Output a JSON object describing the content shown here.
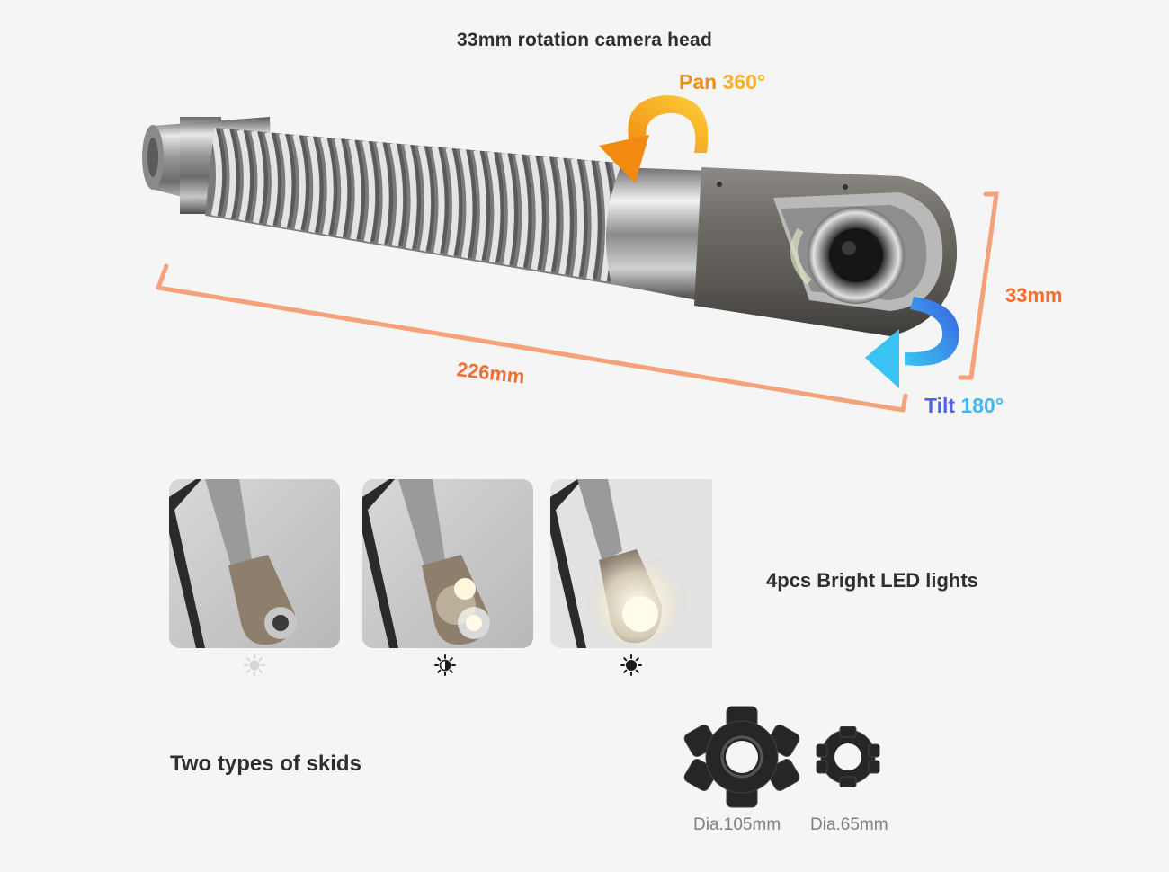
{
  "title": "33mm rotation camera head",
  "pan": {
    "prefix": "Pan ",
    "value": "360°"
  },
  "tilt": {
    "prefix": "Tilt ",
    "value": "180°"
  },
  "length_label": "226mm",
  "diameter_label": "33mm",
  "led": {
    "label": "4pcs Bright LED lights",
    "thumbnails": [
      {
        "name": "led-off",
        "glow": 0.0
      },
      {
        "name": "led-medium",
        "glow": 0.55
      },
      {
        "name": "led-bright",
        "glow": 1.0
      }
    ],
    "brightness_icons": [
      "brightness-low-icon",
      "brightness-medium-icon",
      "brightness-high-icon"
    ]
  },
  "skids": {
    "label": "Two types of skids",
    "items": [
      {
        "caption": "Dia.105mm"
      },
      {
        "caption": "Dia.65mm"
      }
    ]
  },
  "colors": {
    "dimension": "#f28a5a",
    "pan_arrow": "#f4a21c",
    "tilt_arrow": "#3f8ef0",
    "text": "#2f2f2f",
    "caption": "#808080"
  }
}
